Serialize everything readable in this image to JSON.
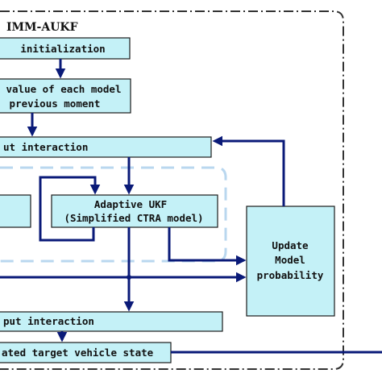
{
  "diagram": {
    "title": "IMM-AUKF",
    "nodes": {
      "initialization": "initialization",
      "model_value_line1": "value of each model",
      "model_value_line2": "previous moment",
      "input_interaction": "ut interaction",
      "adaptive_ukf_line1": "Adaptive UKF",
      "adaptive_ukf_line2": "(Simplified CTRA model)",
      "update_line1": "Update",
      "update_line2": "Model",
      "update_line3": "probability",
      "output_interaction": "put interaction",
      "estimated_state": "ated target vehicle state"
    },
    "colors": {
      "box_fill": "#c4f1f7",
      "arrow": "#0a1a78",
      "frame": "#333333",
      "dashed_inner": "#b9d7ef"
    }
  }
}
